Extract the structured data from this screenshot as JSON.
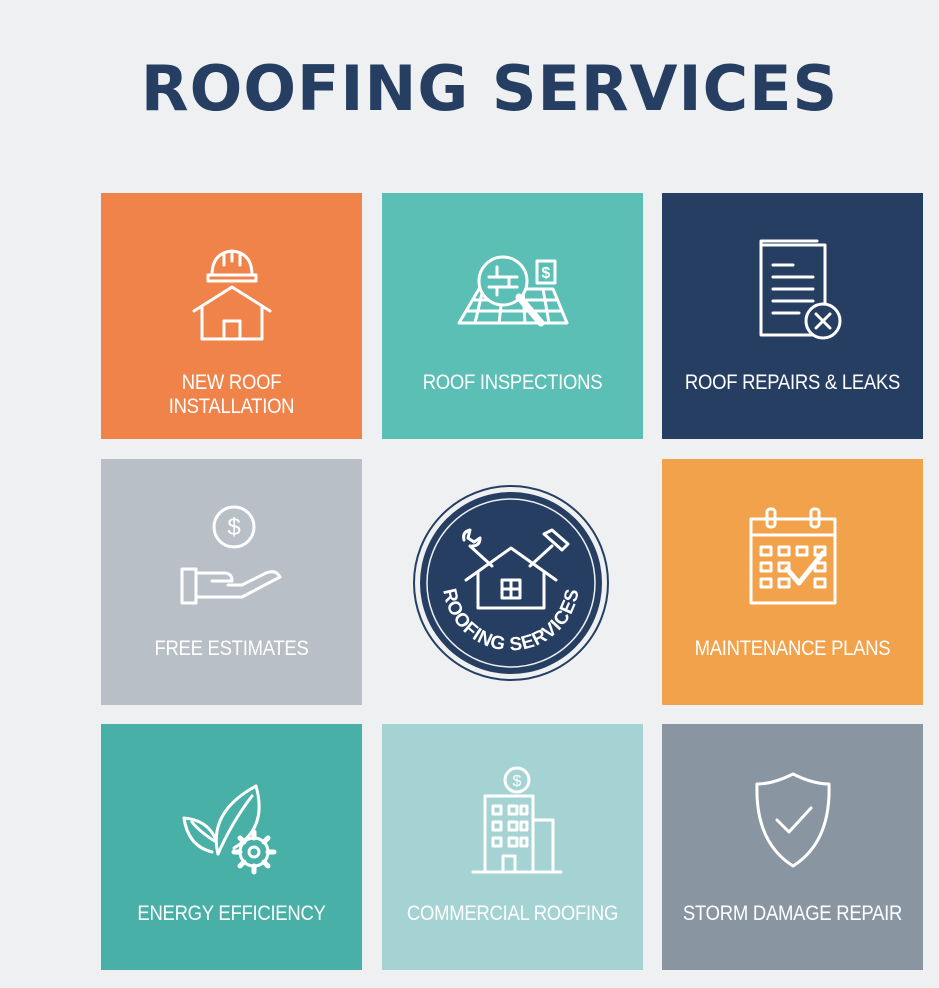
{
  "title": "ROOFING SERVICES",
  "colors": {
    "heading": "#253e62",
    "background": "#eef0f2",
    "orange": "#ef834a",
    "teal": "#5bbfb5",
    "navy": "#253e62",
    "gray": "#b8bfc7",
    "amber": "#f1a24a",
    "green": "#48b0a6",
    "aqua": "#a5d3d3",
    "slate": "#8996a2"
  },
  "tiles": [
    {
      "label": "NEW ROOF INSTALLATION",
      "icon": "hardhat-house-icon"
    },
    {
      "label": "ROOF INSPECTIONS",
      "icon": "magnifier-roof-icon"
    },
    {
      "label": "ROOF REPAIRS & LEAKS",
      "icon": "document-x-icon"
    },
    {
      "label": "FREE ESTIMATES",
      "icon": "hand-dollar-icon"
    },
    {
      "label": "MAINTENANCE PLANS",
      "icon": "calendar-check-icon"
    },
    {
      "label": "ENERGY EFFICIENCY",
      "icon": "leaf-gear-icon"
    },
    {
      "label": "COMMERCIAL ROOFING",
      "icon": "building-dollar-icon"
    },
    {
      "label": "STORM DAMAGE REPAIR",
      "icon": "shield-check-icon"
    }
  ],
  "badge": {
    "text": "ROOFING SERVICES",
    "icon": "house-tools-icon"
  }
}
